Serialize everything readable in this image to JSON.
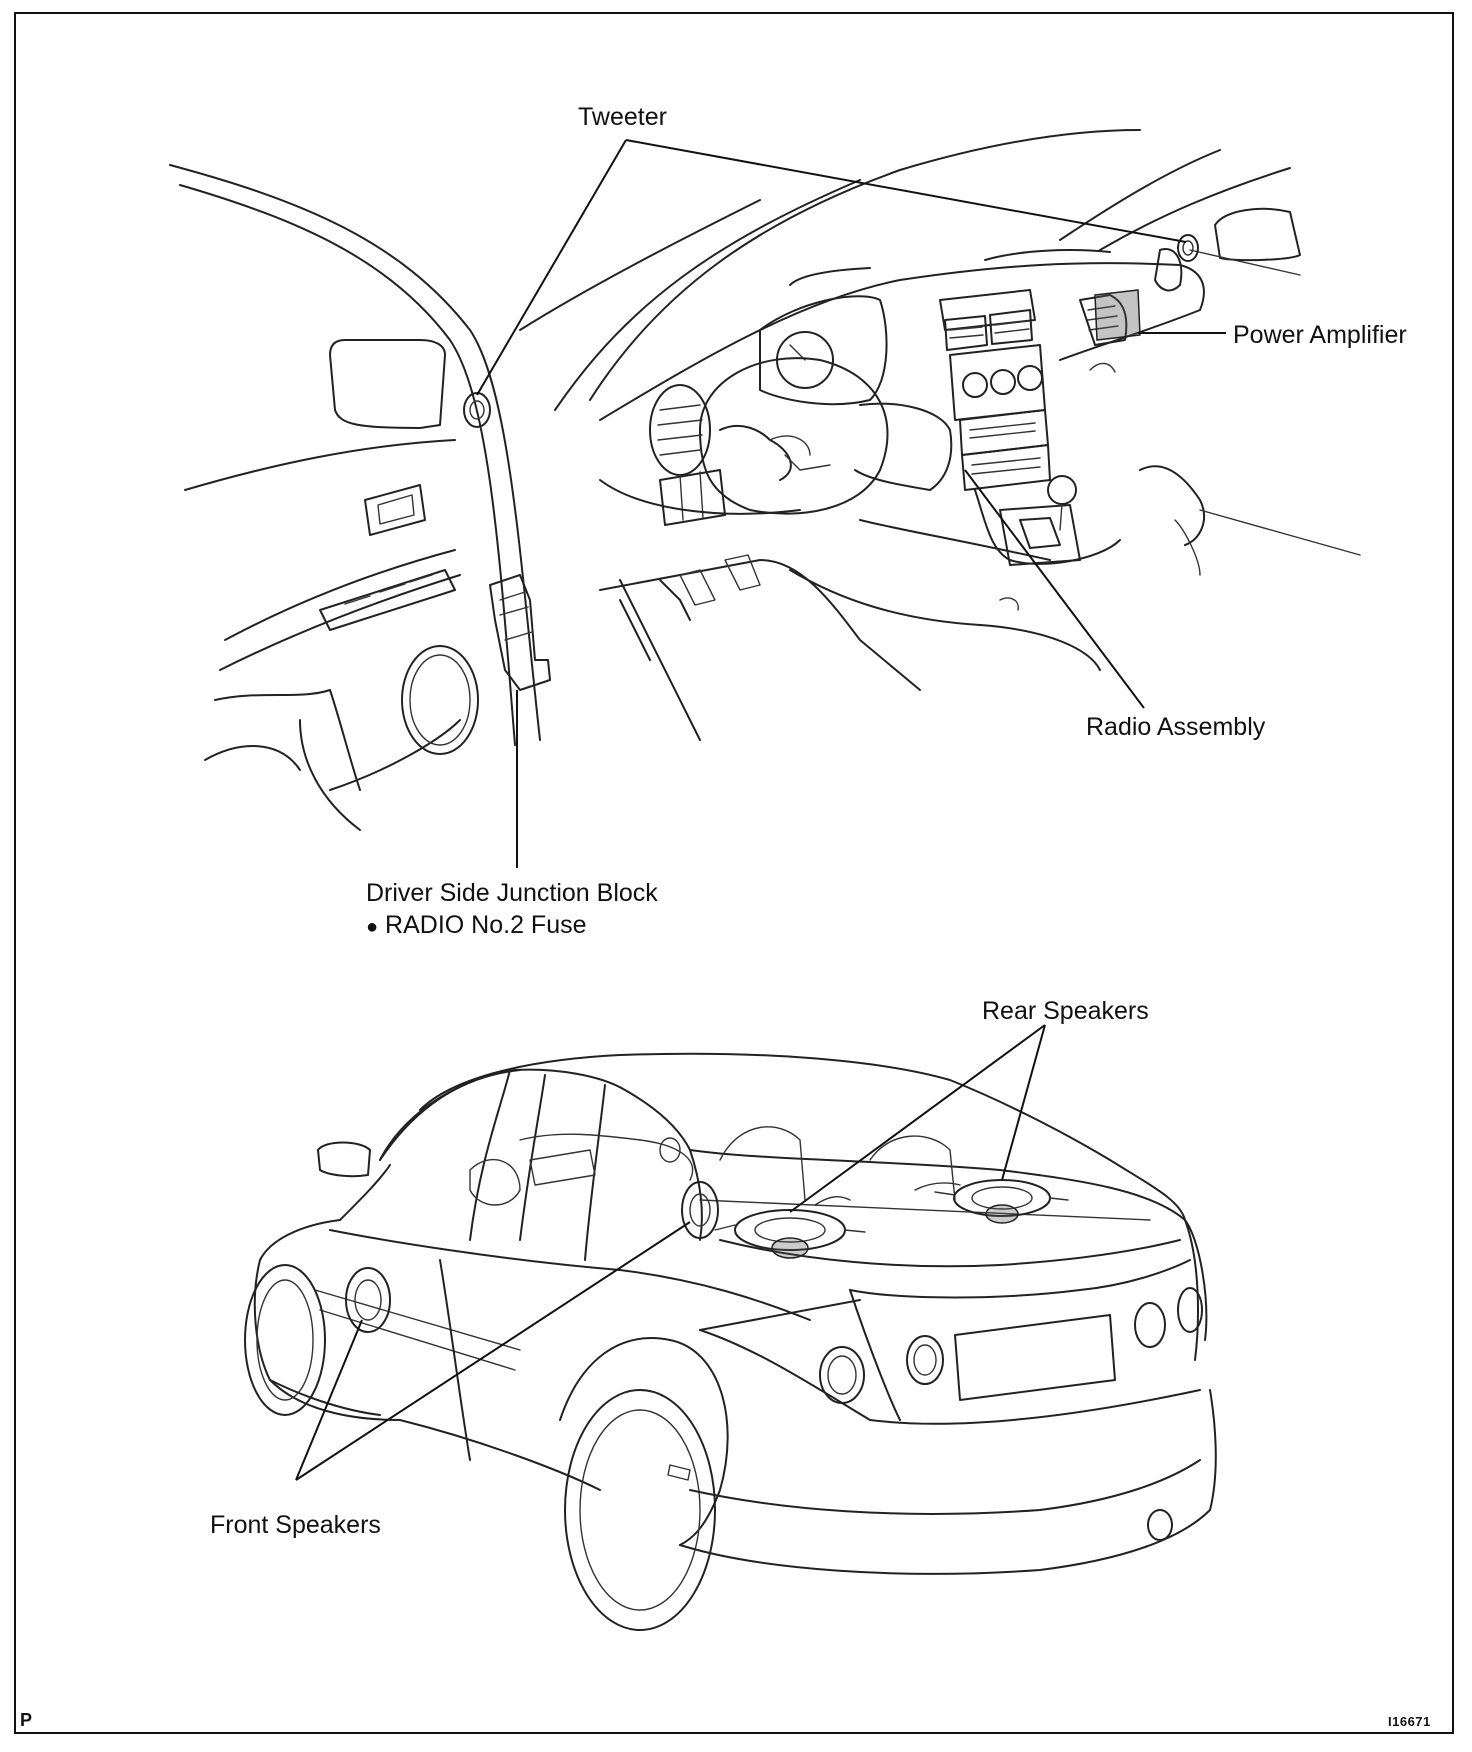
{
  "labels": {
    "tweeter": "Tweeter",
    "power_amplifier": "Power Amplifier",
    "radio_assembly": "Radio Assembly",
    "junction_block": "Driver Side Junction Block",
    "fuse": "RADIO No.2 Fuse",
    "rear_speakers": "Rear Speakers",
    "front_speakers": "Front Speakers"
  },
  "bullet": "●",
  "corner_mark": "P",
  "figure_id": "I16671"
}
